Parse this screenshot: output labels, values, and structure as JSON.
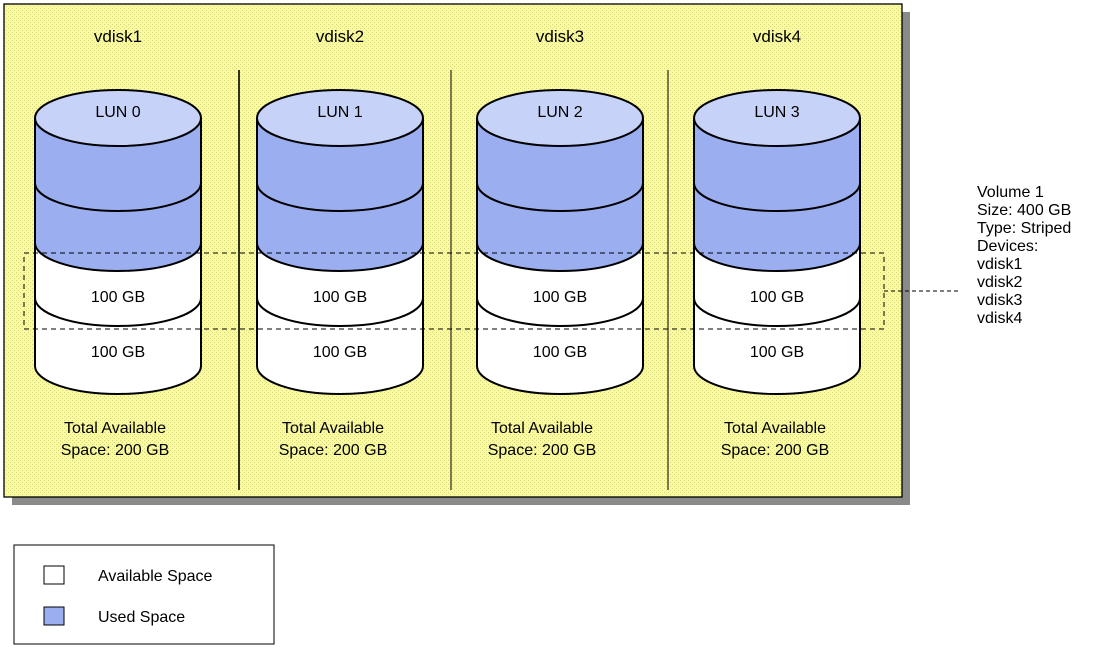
{
  "vdisks": [
    {
      "name": "vdisk1",
      "lun": "LUN 0",
      "segments": [
        "100 GB",
        "100 GB"
      ],
      "total_line1": "Total Available",
      "total_line2": "Space: 200 GB"
    },
    {
      "name": "vdisk2",
      "lun": "LUN 1",
      "segments": [
        "100 GB",
        "100 GB"
      ],
      "total_line1": "Total Available",
      "total_line2": "Space: 200 GB"
    },
    {
      "name": "vdisk3",
      "lun": "LUN 2",
      "segments": [
        "100 GB",
        "100 GB"
      ],
      "total_line1": "Total Available",
      "total_line2": "Space: 200 GB"
    },
    {
      "name": "vdisk4",
      "lun": "LUN 3",
      "segments": [
        "100 GB",
        "100 GB"
      ],
      "total_line1": "Total Available",
      "total_line2": "Space: 200 GB"
    }
  ],
  "volume_info": {
    "lines": [
      "Volume 1",
      "Size: 400 GB",
      "Type: Striped",
      "Devices:",
      "vdisk1",
      "vdisk2",
      "vdisk3",
      "vdisk4"
    ]
  },
  "legend": {
    "available": "Available Space",
    "used": "Used Space"
  },
  "colors": {
    "panel": "#fafaa0",
    "used": "#9aaef0",
    "used_top": "#c6d2f7",
    "available": "#ffffff",
    "shadow": "#8a8a8a"
  }
}
